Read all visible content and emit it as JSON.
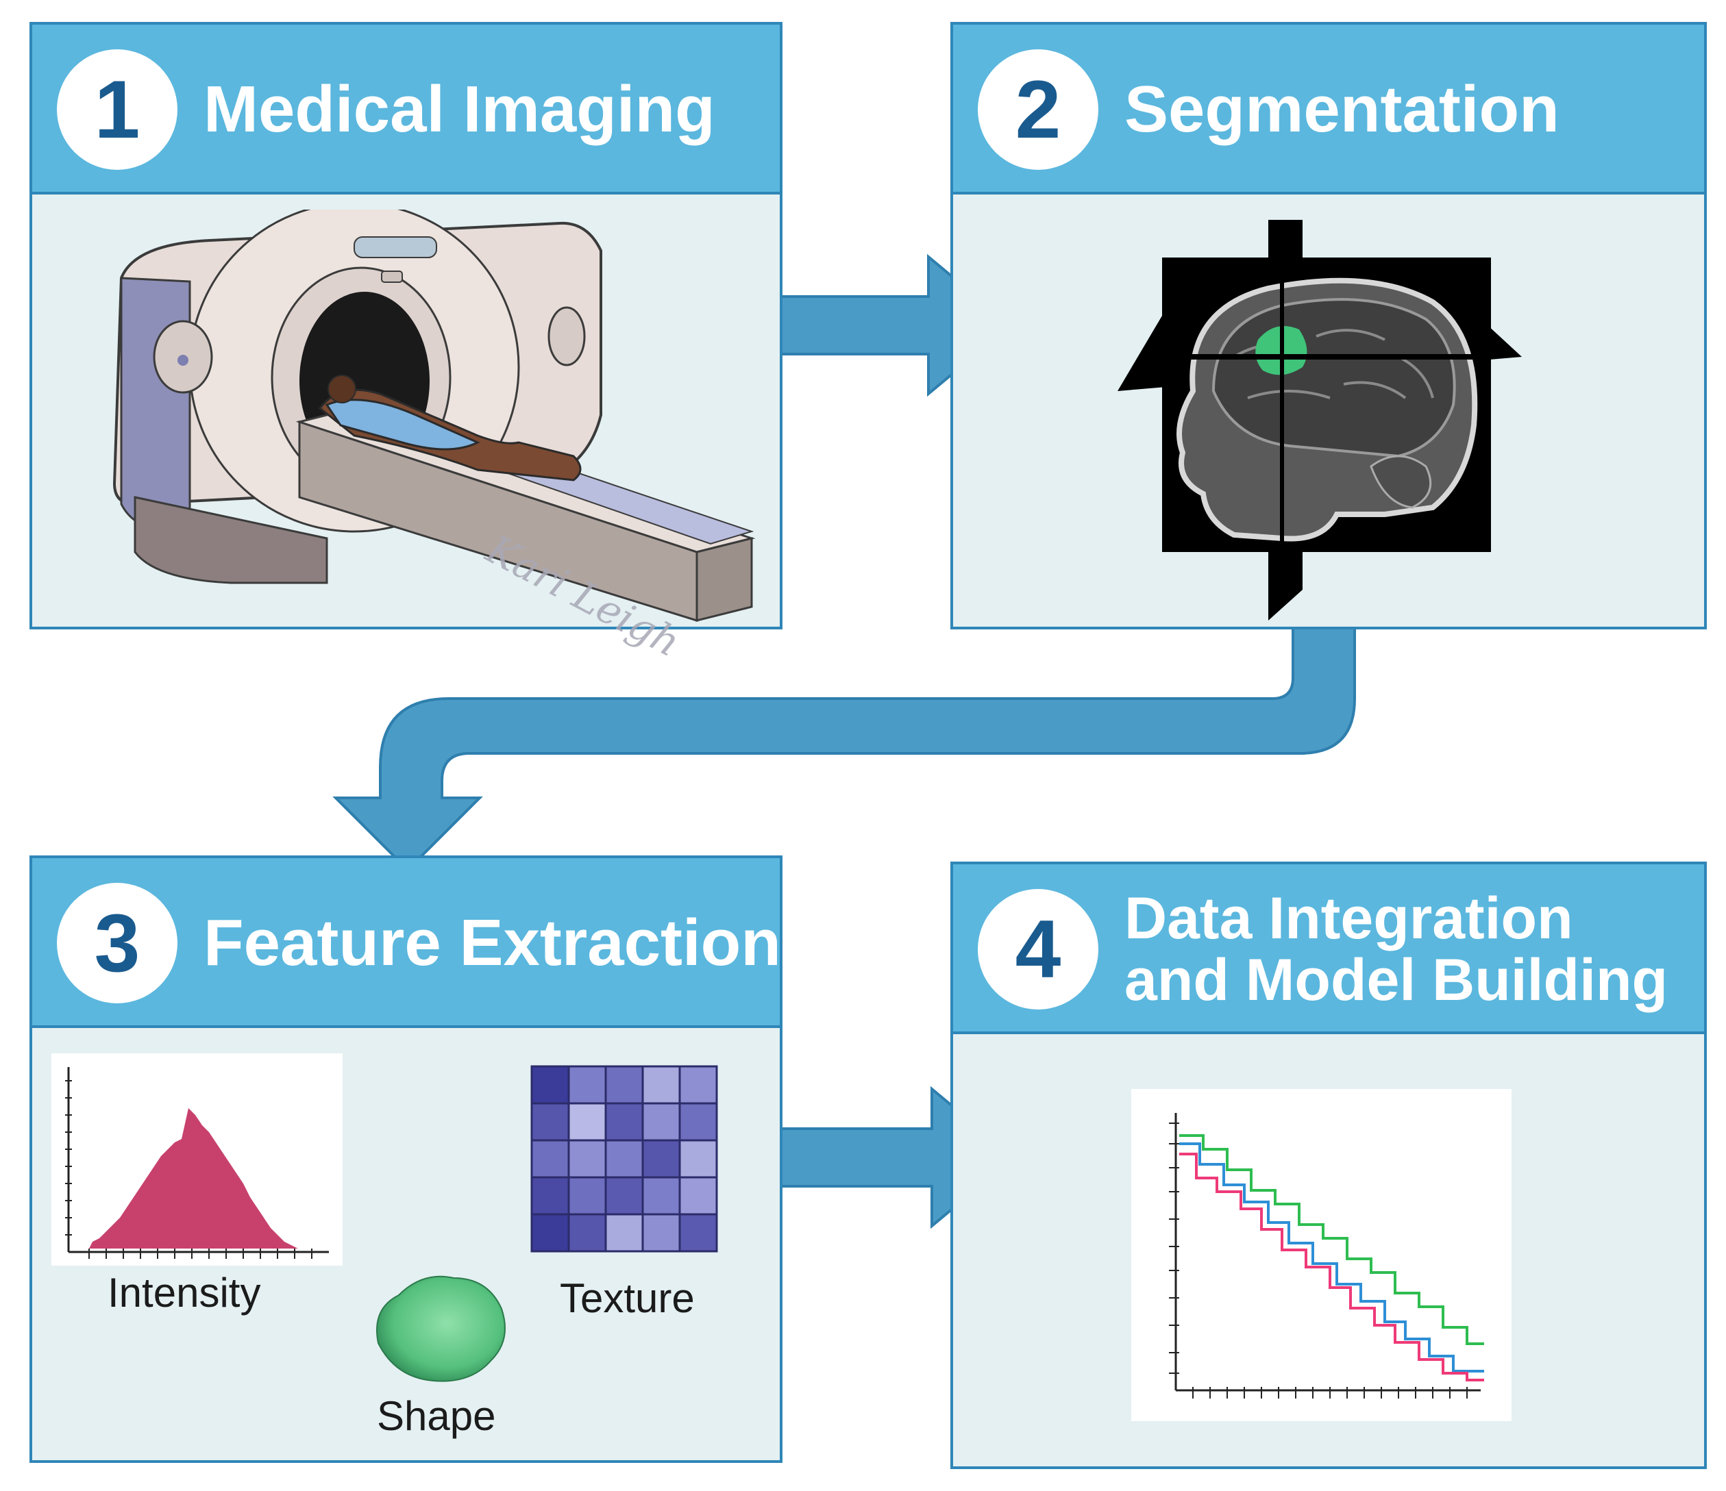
{
  "steps": [
    {
      "number": "1",
      "title": "Medical Imaging"
    },
    {
      "number": "2",
      "title": "Segmentation"
    },
    {
      "number": "3",
      "title": "Feature Extraction"
    },
    {
      "number": "4",
      "title_line1": "Data Integration",
      "title_line2": "and Model Building"
    }
  ],
  "features": {
    "intensity_label": "Intensity",
    "shape_label": "Shape",
    "texture_label": "Texture"
  },
  "signature": "Kari Leigh",
  "colors": {
    "header_blue": "#5bb7de",
    "panel_bg": "#e4f0f2",
    "border_blue": "#2f86b8",
    "arrow_blue": "#4a9cc7",
    "number_blue": "#1a5b8f",
    "histogram": "#c8416d",
    "tumor_green": "#3fc47a",
    "curve_green": "#2ebd50",
    "curve_blue": "#2e8fd6",
    "curve_pink": "#ee3a78"
  },
  "icons": [
    "ct-scanner-illustration",
    "brain-mri-icon",
    "histogram-icon",
    "tumor-shape-icon",
    "texture-matrix-icon",
    "survival-curve-icon"
  ]
}
